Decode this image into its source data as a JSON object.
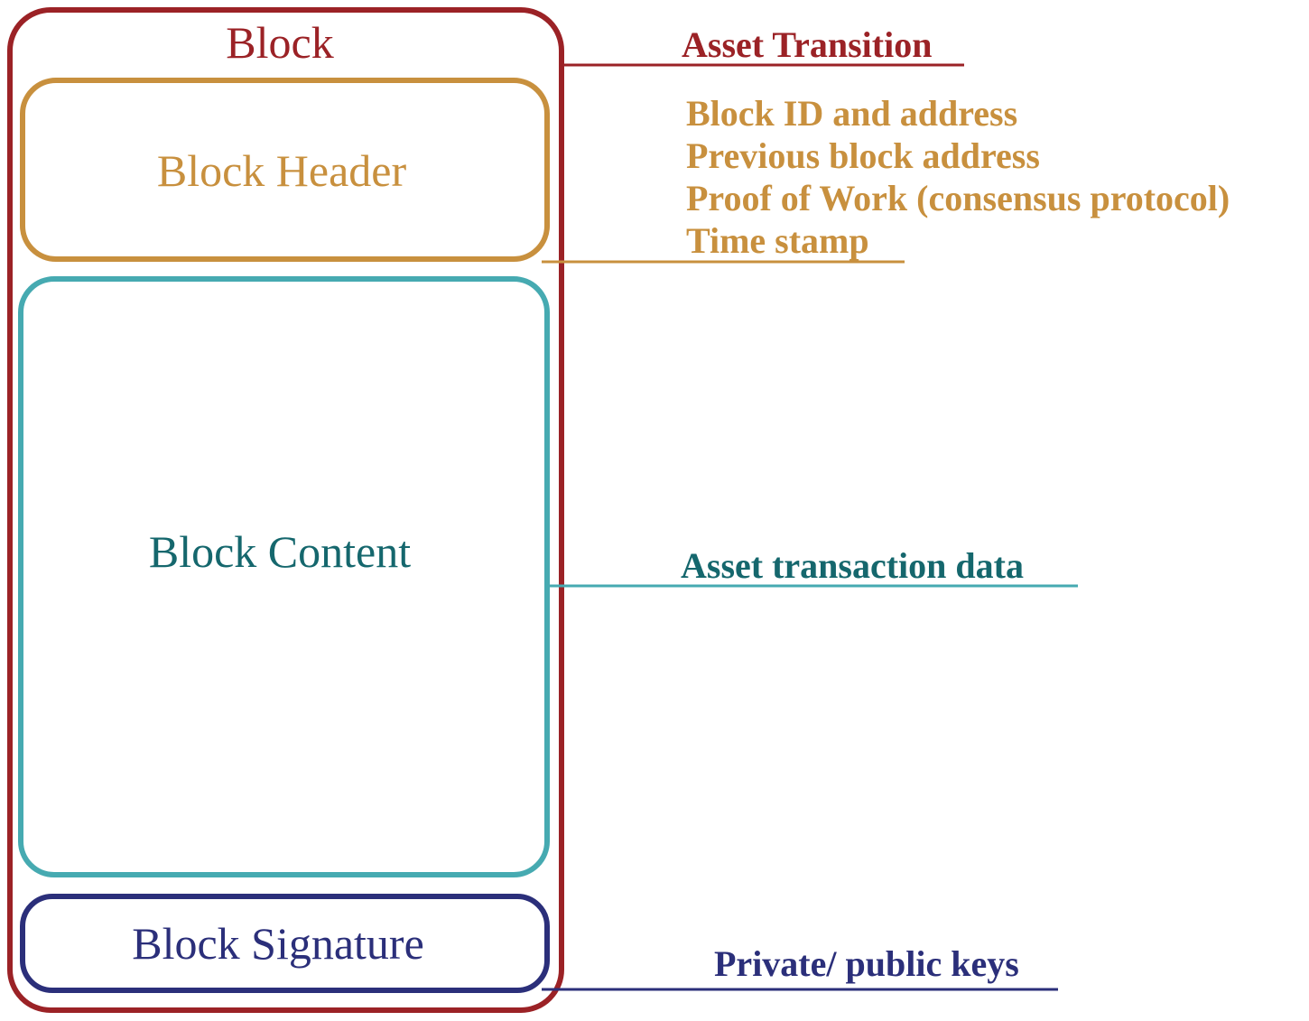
{
  "block": {
    "title": "Block",
    "header": "Block Header",
    "content": "Block Content",
    "signature": "Block Signature"
  },
  "annotations": {
    "asset_transition": "Asset Transition",
    "header_fields": [
      "Block ID and address",
      "Previous block address",
      "Proof of Work (consensus protocol)",
      "Time stamp"
    ],
    "content_note": "Asset transaction data",
    "signature_note": "Private/ public keys"
  },
  "colors": {
    "block": "#9b2226",
    "header": "#c8903e",
    "content": "#46aab1",
    "content_text": "#15676d",
    "signature": "#2b2f7a"
  }
}
